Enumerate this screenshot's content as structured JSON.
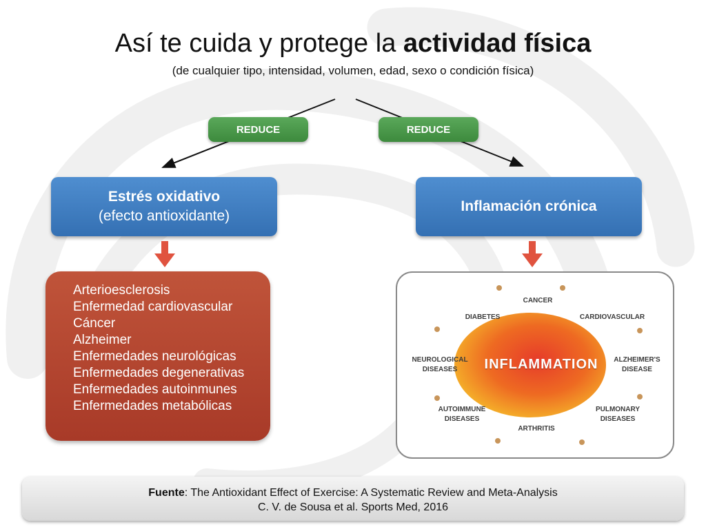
{
  "title": {
    "prefix": "Así te cuida y protege la ",
    "bold": "actividad física",
    "subtitle": "(de cualquier tipo, intensidad, volumen, edad, sexo o condición física)"
  },
  "reduce_left": "REDUCE",
  "reduce_right": "REDUCE",
  "oxidative": {
    "title": "Estrés oxidativo",
    "subtitle": "(efecto antioxidante)"
  },
  "inflammation": {
    "title": "Inflamación crónica"
  },
  "diseases": [
    "Arterioesclerosis",
    "Enfermedad cardiovascular",
    "Cáncer",
    "Alzheimer",
    "Enfermedades neurológicas",
    "Enfermedades degenerativas",
    "Enfermedades autoinmunes",
    "Enfermedades metabólicas"
  ],
  "inflammation_figure": {
    "center": "INFLAMMATION",
    "cancer": "CANCER",
    "diabetes": "DIABETES",
    "cardiovascular": "CARDIOVASCULAR",
    "neurological_1": "NEUROLOGICAL",
    "neurological_2": "DISEASES",
    "alzheimers_1": "ALZHEIMER'S",
    "alzheimers_2": "DISEASE",
    "autoimmune_1": "AUTOIMMUNE",
    "autoimmune_2": "DISEASES",
    "pulmonary_1": "PULMONARY",
    "pulmonary_2": "DISEASES",
    "arthritis": "ARTHRITIS"
  },
  "footer": {
    "source_label": "Fuente",
    "source_text": ": The Antioxidant Effect of Exercise: A Systematic Review and Meta-Analysis",
    "citation": "C. V. de Sousa et al. Sports Med, 2016"
  },
  "colors": {
    "green": "#4a9a4a",
    "blue": "#3f7fc2",
    "red_box": "#b2442f",
    "arrow_red": "#e0533f"
  }
}
